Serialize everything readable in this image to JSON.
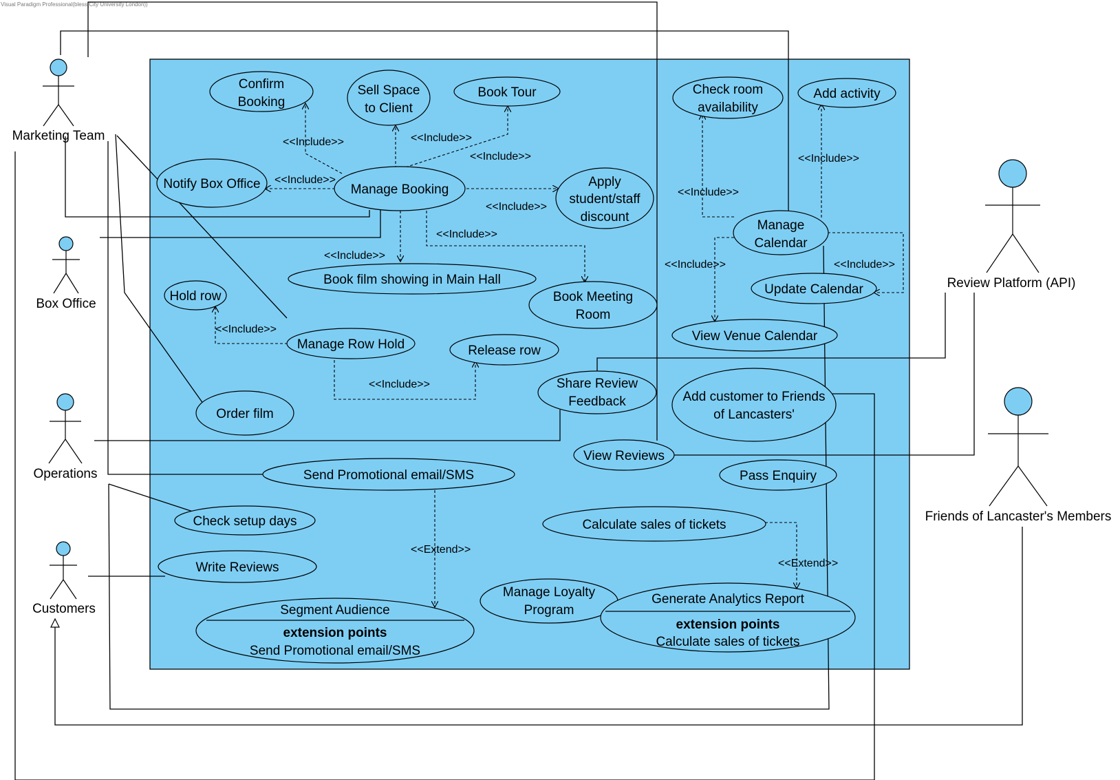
{
  "watermark": "Visual Paradigm Professional(bless(City University London))",
  "colors": {
    "system_fill": "#7ecef4",
    "usecase_fill": "#7ecef4",
    "actor_head": "#7ecef4",
    "line": "#000000"
  },
  "actors": {
    "marketing": "Marketing Team",
    "box_office": "Box Office",
    "operations": "Operations",
    "customers": "Customers",
    "review_platform": "Review Platform (API)",
    "friends": "Friends of Lancaster's Members"
  },
  "use_cases": {
    "confirm_booking": [
      "Confirm",
      "Booking"
    ],
    "sell_space": [
      "Sell Space",
      "to Client"
    ],
    "book_tour": [
      "Book Tour"
    ],
    "notify_box_office": [
      "Notify Box Office"
    ],
    "manage_booking": [
      "Manage Booking"
    ],
    "apply_discount": [
      "Apply",
      "student/staff",
      "discount"
    ],
    "book_film": [
      "Book film showing in Main Hall"
    ],
    "book_meeting": [
      "Book Meeting",
      "Room"
    ],
    "hold_row": [
      "Hold row"
    ],
    "manage_row_hold": [
      "Manage Row Hold"
    ],
    "release_row": [
      "Release row"
    ],
    "order_film": [
      "Order film"
    ],
    "check_room": [
      "Check room",
      "availability"
    ],
    "add_activity": [
      "Add activity"
    ],
    "manage_calendar": [
      "Manage",
      "Calendar"
    ],
    "update_calendar": [
      "Update Calendar"
    ],
    "view_venue_calendar": [
      "View Venue Calendar"
    ],
    "share_review": [
      "Share Review",
      "Feedback"
    ],
    "add_friends": [
      "Add customer to Friends",
      "of Lancasters'"
    ],
    "view_reviews": [
      "View Reviews"
    ],
    "pass_enquiry": [
      "Pass Enquiry"
    ],
    "send_promo": [
      "Send Promotional email/SMS"
    ],
    "check_setup": [
      "Check setup days"
    ],
    "calc_sales": [
      "Calculate sales of tickets"
    ],
    "write_reviews": [
      "Write Reviews"
    ],
    "manage_loyalty": [
      "Manage Loyalty",
      "Program"
    ],
    "segment": {
      "name": "Segment Audience",
      "ext_title": "extension points",
      "ext_point": "Send Promotional email/SMS"
    },
    "analytics": {
      "name": "Generate Analytics Report",
      "ext_title": "extension points",
      "ext_point": "Calculate sales of tickets"
    }
  },
  "relations": {
    "include": "<<Include>>",
    "extend": "<<Extend>>"
  }
}
